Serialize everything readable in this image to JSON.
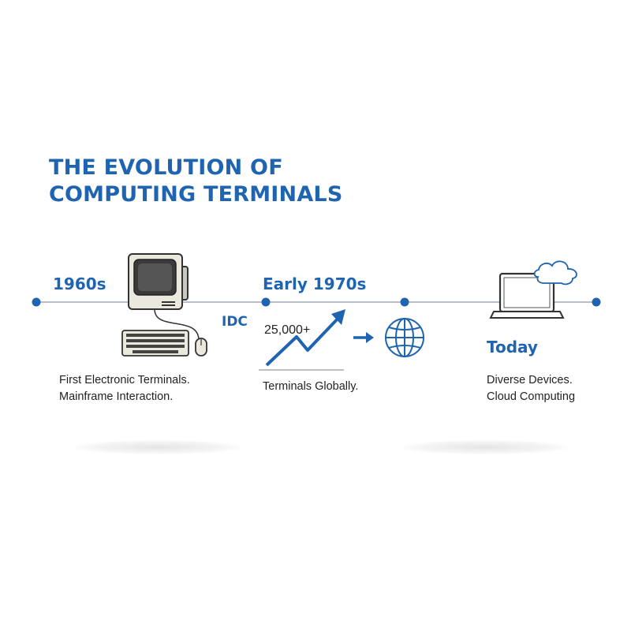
{
  "title": {
    "line1": "THE EVOLUTION OF",
    "line2": "COMPUTING TERMINALS"
  },
  "eras": [
    {
      "label": "1960s",
      "desc1": "First Electronic Terminals.",
      "desc2": "Mainframe Interaction."
    },
    {
      "label": "Early 1970s",
      "stat": "25,000+",
      "desc1": "Terminals Globally."
    },
    {
      "label": "Today",
      "desc1": "Diverse Devices.",
      "desc2": "Cloud Computing"
    }
  ],
  "source_logo": "IDC",
  "colors": {
    "accent": "#1f64b0",
    "line": "#b8bec8",
    "text": "#222222"
  },
  "icons": [
    "crt-computer-icon",
    "keyboard-icon",
    "mouse-icon",
    "growth-arrow-icon",
    "right-arrow-icon",
    "globe-icon",
    "laptop-icon",
    "cloud-icon"
  ]
}
